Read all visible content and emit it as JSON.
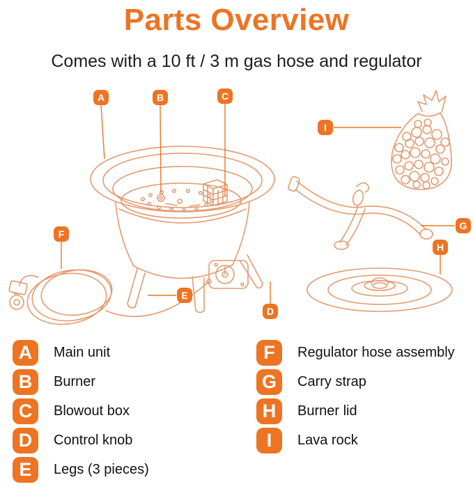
{
  "title": "Parts Overview",
  "subtitle": "Comes with a 10 ft / 3 m gas hose and regulator",
  "colors": {
    "accent": "#ED7423",
    "line_art": "#E39A6F"
  },
  "callouts": {
    "a": "A",
    "b": "B",
    "c": "C",
    "d": "D",
    "e": "E",
    "f": "F",
    "g": "G",
    "h": "H",
    "i": "I"
  },
  "legend": {
    "left": [
      {
        "letter": "A",
        "label": "Main unit"
      },
      {
        "letter": "B",
        "label": "Burner"
      },
      {
        "letter": "C",
        "label": "Blowout box"
      },
      {
        "letter": "D",
        "label": "Control knob"
      },
      {
        "letter": "E",
        "label": "Legs (3 pieces)"
      }
    ],
    "right": [
      {
        "letter": "F",
        "label": "Regulator hose assembly"
      },
      {
        "letter": "G",
        "label": "Carry strap"
      },
      {
        "letter": "H",
        "label": "Burner lid"
      },
      {
        "letter": "I",
        "label": "Lava rock"
      }
    ]
  }
}
